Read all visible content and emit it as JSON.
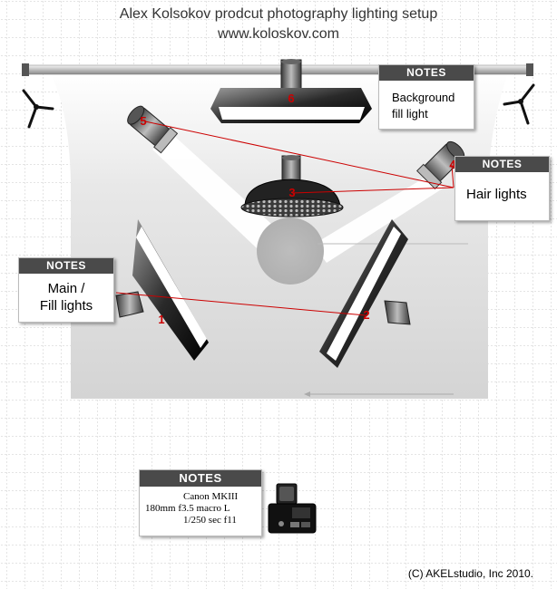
{
  "header": {
    "title": "Alex Kolsokov prodcut photography lighting setup",
    "url": "www.koloskov.com"
  },
  "lights": [
    {
      "number": "1"
    },
    {
      "number": "2"
    },
    {
      "number": "3"
    },
    {
      "number": "4"
    },
    {
      "number": "5"
    },
    {
      "number": "6"
    }
  ],
  "notes": {
    "background": {
      "header": "NOTES",
      "line1": "Background",
      "line2": "fill light"
    },
    "hair": {
      "header": "NOTES",
      "text": "Hair lights"
    },
    "main": {
      "header": "NOTES",
      "line1": "Main /",
      "line2": "Fill lights"
    },
    "camera": {
      "header": "NOTES",
      "line1": "Canon MKIII",
      "line2": "180mm f3.5 macro L",
      "line3": "1/250 sec f11"
    }
  },
  "footer": {
    "copyright": "(C) AKELstudio, Inc 2010."
  },
  "colors": {
    "grid": "#c8c8c8",
    "backdrop": "#d9d9d9",
    "annotation": "#cc0000",
    "note_header": "#4a4a4a"
  }
}
